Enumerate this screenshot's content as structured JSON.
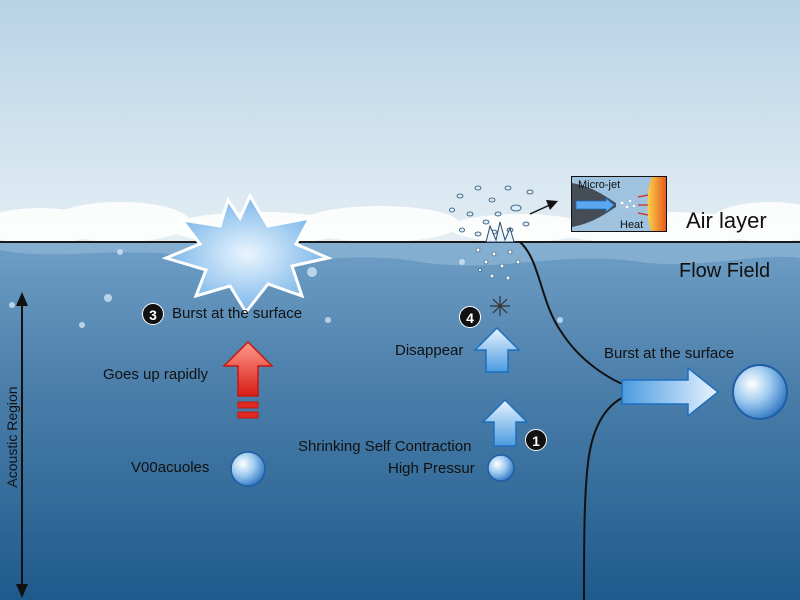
{
  "labels": {
    "air_layer": "Air layer",
    "flow_field": "Flow Field",
    "burst_left": "Burst at the surface",
    "burst_right": "Burst at the surface",
    "goes_up": "Goes up rapidly",
    "vacuoles": "V00acuoles",
    "disappear": "Disappear",
    "shrinking": "Shrinking Self Contraction",
    "high_pressure": "High Pressur",
    "acoustic_region": "Acoustic Region",
    "micro_jet": "Micro-jet",
    "heat": "Heat"
  },
  "badges": {
    "one": "1",
    "three": "3",
    "four": "4"
  },
  "colors": {
    "water_top": "#6f9fc6",
    "water_bottom": "#1f5a8c",
    "sky": "#cfe2ee",
    "arrow_blue": "#4a9be0",
    "arrow_red": "#e02a20",
    "heat": "#f07a1e"
  }
}
